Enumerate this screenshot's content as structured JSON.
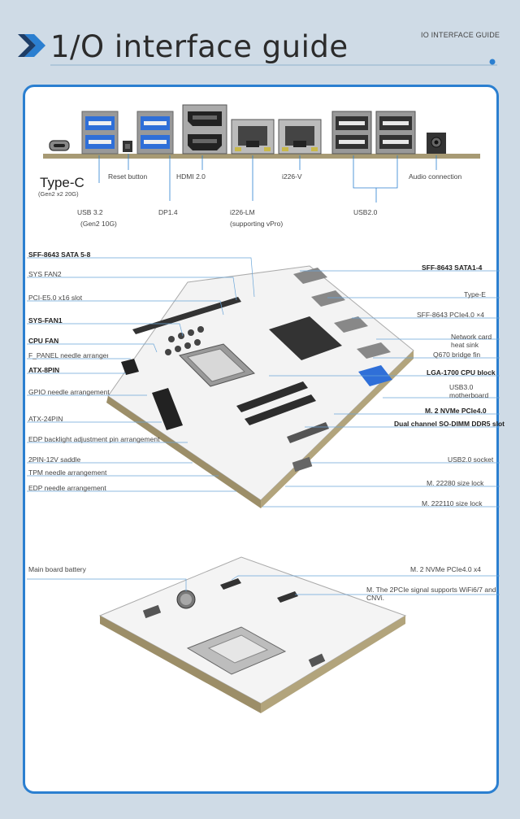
{
  "header": {
    "title": "1/O interface guide",
    "tag": "IO INTERFACE GUIDE"
  },
  "io_labels": {
    "type_c": "Type-C",
    "type_c_sub": "(Gen2 x2 20G)",
    "reset": "Reset button",
    "hdmi": "HDMI 2.0",
    "i226v": "i226-V",
    "audio": "Audio connection",
    "usb32": "USB 3.2",
    "usb32_sub": "(Gen2 10G)",
    "dp": "DP1.4",
    "i226lm": "i226-LM",
    "i226lm_sub": "(supporting vPro)",
    "usb20": "USB2.0"
  },
  "board_left": [
    "SFF-8643 SATA 5-8",
    "SYS FAN2",
    "PCI-E5.0 x16 slot",
    "SYS-FAN1",
    "CPU FAN",
    "F_PANEL needle arrangement",
    "ATX-8PIN",
    "GPIO needle arrangement",
    "ATX-24PIN",
    "EDP backlight adjustment pin arrangement",
    "2PIN-12V saddle",
    "TPM needle arrangement",
    "EDP needle arrangement"
  ],
  "board_right": [
    "SFF-8643 SATA1-4",
    "Type-E",
    "SFF-8643 PCIe4.0 ×4",
    "Network card heat sink",
    "Q670 bridge fin",
    "LGA-1700 CPU block",
    "USB3.0 motherboard",
    "M. 2 NVMe PCIe4.0",
    "Dual channel SO-DIMM DDR5 slot",
    "USB2.0 socket",
    "M. 22280 size lock",
    "M. 222110 size lock"
  ],
  "back_labels": {
    "battery": "Main board battery",
    "nvme": "M. 2 NVMe PCIe4.0 x4",
    "wifi": "M. The 2PCIe signal supports WiFi6/7 and CNVi."
  },
  "colors": {
    "accent": "#2b7fd0",
    "usb3": "#2f6fd8",
    "board": "#f2f2f2"
  }
}
